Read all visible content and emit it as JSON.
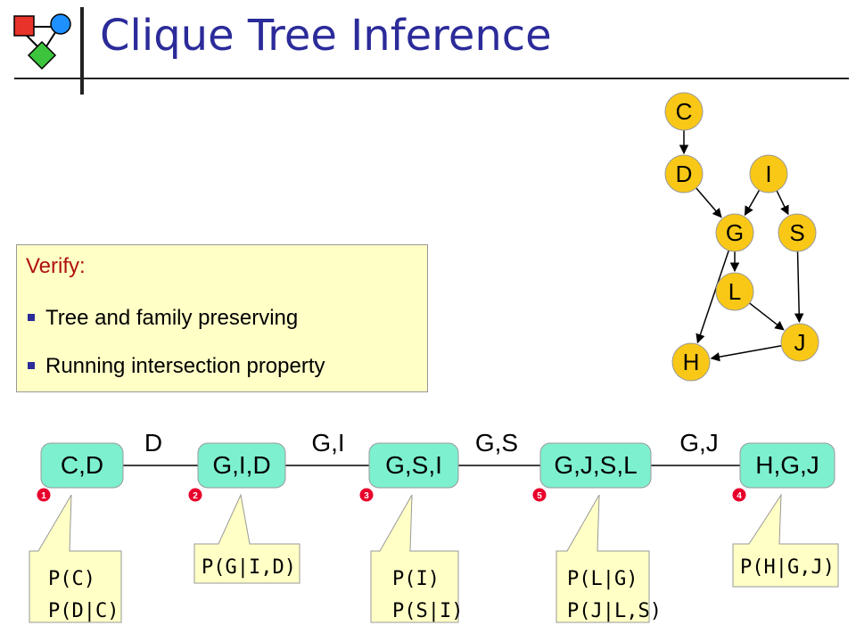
{
  "title": "Clique Tree Inference",
  "colors": {
    "title": "#2b2b9a",
    "node_fill": "#f9c817",
    "clique_fill": "#7df0d0",
    "callout_fill": "#ffffc6",
    "badge_fill": "#e8002c",
    "verify_heading": "#b01010"
  },
  "verify": {
    "heading": "Verify:",
    "items": [
      "Tree and family preserving",
      "Running intersection property"
    ]
  },
  "network": {
    "nodes": [
      {
        "id": "C",
        "label": "C"
      },
      {
        "id": "D",
        "label": "D"
      },
      {
        "id": "I",
        "label": "I"
      },
      {
        "id": "G",
        "label": "G"
      },
      {
        "id": "S",
        "label": "S"
      },
      {
        "id": "L",
        "label": "L"
      },
      {
        "id": "J",
        "label": "J"
      },
      {
        "id": "H",
        "label": "H"
      }
    ],
    "edges": [
      {
        "from": "C",
        "to": "D"
      },
      {
        "from": "D",
        "to": "G"
      },
      {
        "from": "I",
        "to": "G"
      },
      {
        "from": "I",
        "to": "S"
      },
      {
        "from": "G",
        "to": "L"
      },
      {
        "from": "G",
        "to": "H"
      },
      {
        "from": "S",
        "to": "J"
      },
      {
        "from": "L",
        "to": "J"
      },
      {
        "from": "J",
        "to": "H"
      }
    ]
  },
  "clique_tree": {
    "cliques": [
      {
        "label": "C,D",
        "badge": "1",
        "factors": [
          "P(C)",
          "P(D|C)"
        ]
      },
      {
        "label": "G,I,D",
        "badge": "2",
        "factors": [
          "P(G|I,D)"
        ]
      },
      {
        "label": "G,S,I",
        "badge": "3",
        "factors": [
          "P(I)",
          "P(S|I)"
        ]
      },
      {
        "label": "G,J,S,L",
        "badge": "5",
        "factors": [
          "P(L|G)",
          "P(J|L,S)"
        ]
      },
      {
        "label": "H,G,J",
        "badge": "4",
        "factors": [
          "P(H|G,J)"
        ]
      }
    ],
    "sepsets": [
      "D",
      "G,I",
      "G,S",
      "G,J"
    ]
  }
}
